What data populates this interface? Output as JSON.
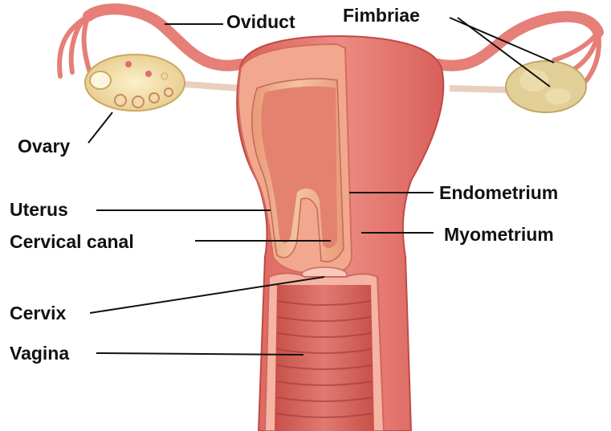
{
  "labels": {
    "oviduct": "Oviduct",
    "fimbriae": "Fimbriae",
    "ovary": "Ovary",
    "uterus": "Uterus",
    "cervical_canal": "Cervical canal",
    "cervix": "Cervix",
    "vagina": "Vagina",
    "endometrium": "Endometrium",
    "myometrium": "Myometrium"
  },
  "colors": {
    "tissue": "#e8807a",
    "tissue_dark": "#c9554f",
    "tissue_light": "#f5b3a6",
    "endometrium": "#f0b08f",
    "ovary": "#f3e0a8",
    "leader_line": "#111111"
  }
}
